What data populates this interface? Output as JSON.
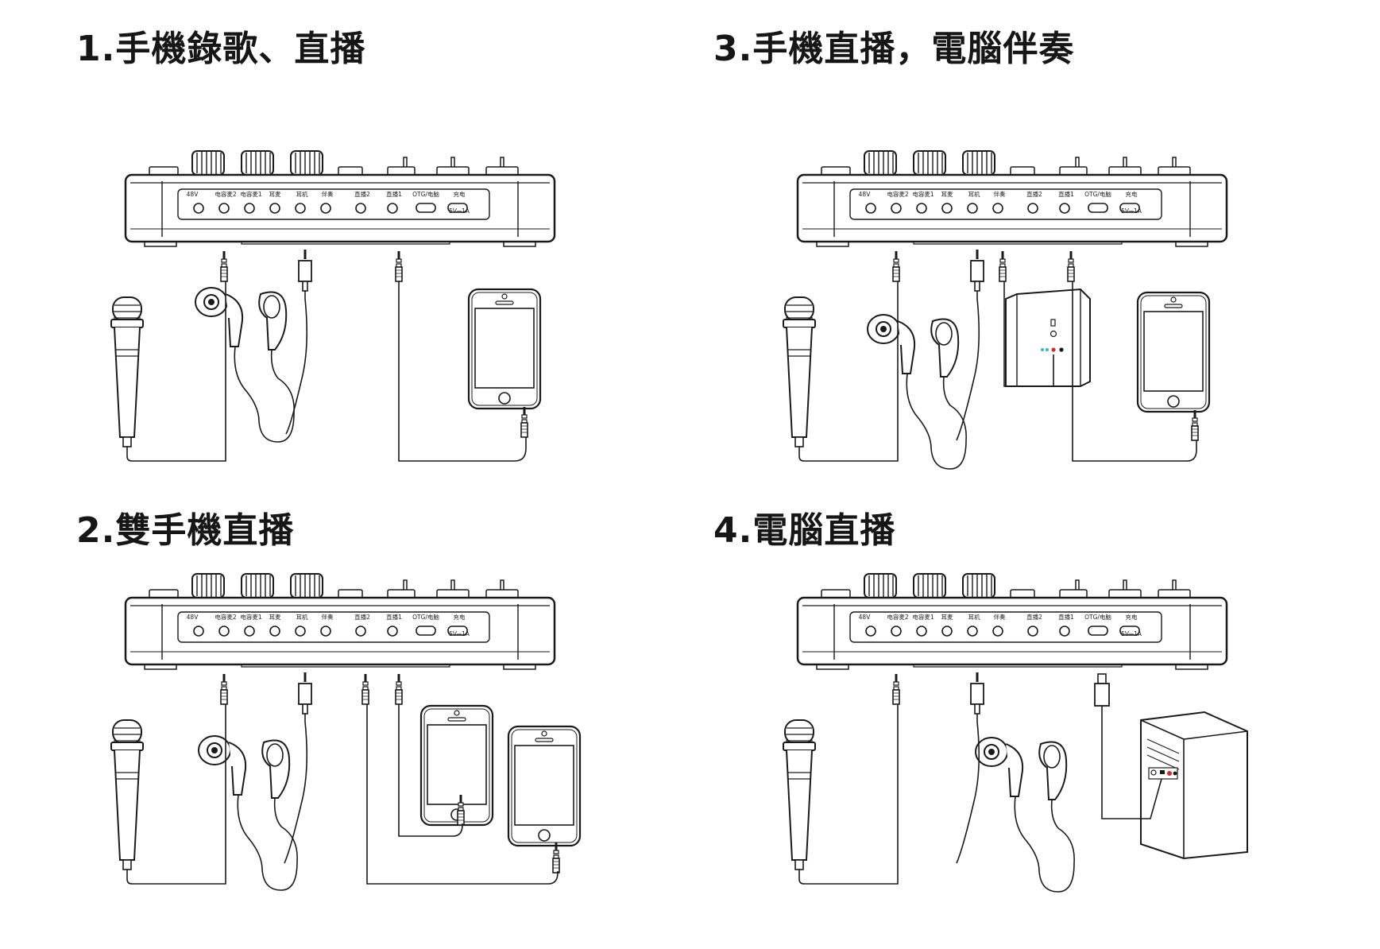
{
  "panels": [
    {
      "id": "p1",
      "title": "1.手機錄歌、直播"
    },
    {
      "id": "p2",
      "title": "2.雙手機直播"
    },
    {
      "id": "p3",
      "title": "3.手機直播，電腦伴奏"
    },
    {
      "id": "p4",
      "title": "4.電腦直播"
    }
  ],
  "mixer": {
    "port_labels": [
      "48V",
      "电容麦2",
      "电容麦1",
      "耳麦",
      "耳机",
      "伴奏",
      "直播2",
      "直播1",
      "OTG/电脑",
      "充电"
    ],
    "power_spec": "5V⎓1A"
  },
  "colors": {
    "line": "#1a1a1a",
    "accent_red": "#d82a2a",
    "accent_cyan": "#45b7d6"
  }
}
